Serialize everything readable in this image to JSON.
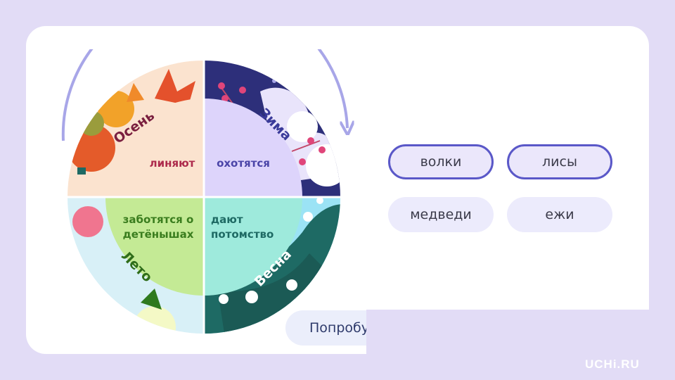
{
  "wheel": {
    "quadrants": [
      {
        "season": "Осень",
        "action": "линяют",
        "color": "#ad2a4c"
      },
      {
        "season": "Зима",
        "action": "охотятся",
        "color": "#4b45a8"
      },
      {
        "season": "Лето",
        "action": "заботятся о\nдетёнышах",
        "color": "#3a7d1e"
      },
      {
        "season": "Весна",
        "action": "дают\nпотомство",
        "color": "#1e6a64"
      }
    ]
  },
  "options": [
    {
      "label": "волки",
      "state": "selected"
    },
    {
      "label": "лисы",
      "state": "selected"
    },
    {
      "label": "медведи",
      "state": "default"
    },
    {
      "label": "ежи",
      "state": "default"
    }
  ],
  "hint": {
    "label": "Попробуй"
  },
  "logo": {
    "text": "UCHi.RU"
  },
  "colors": {
    "background": "#e2dcf6",
    "accent": "#5a58c8",
    "option_fill": "#ecebfc"
  },
  "icons": {
    "hint": "speaker-icon",
    "arrow": "cycle-arrow-icon"
  }
}
